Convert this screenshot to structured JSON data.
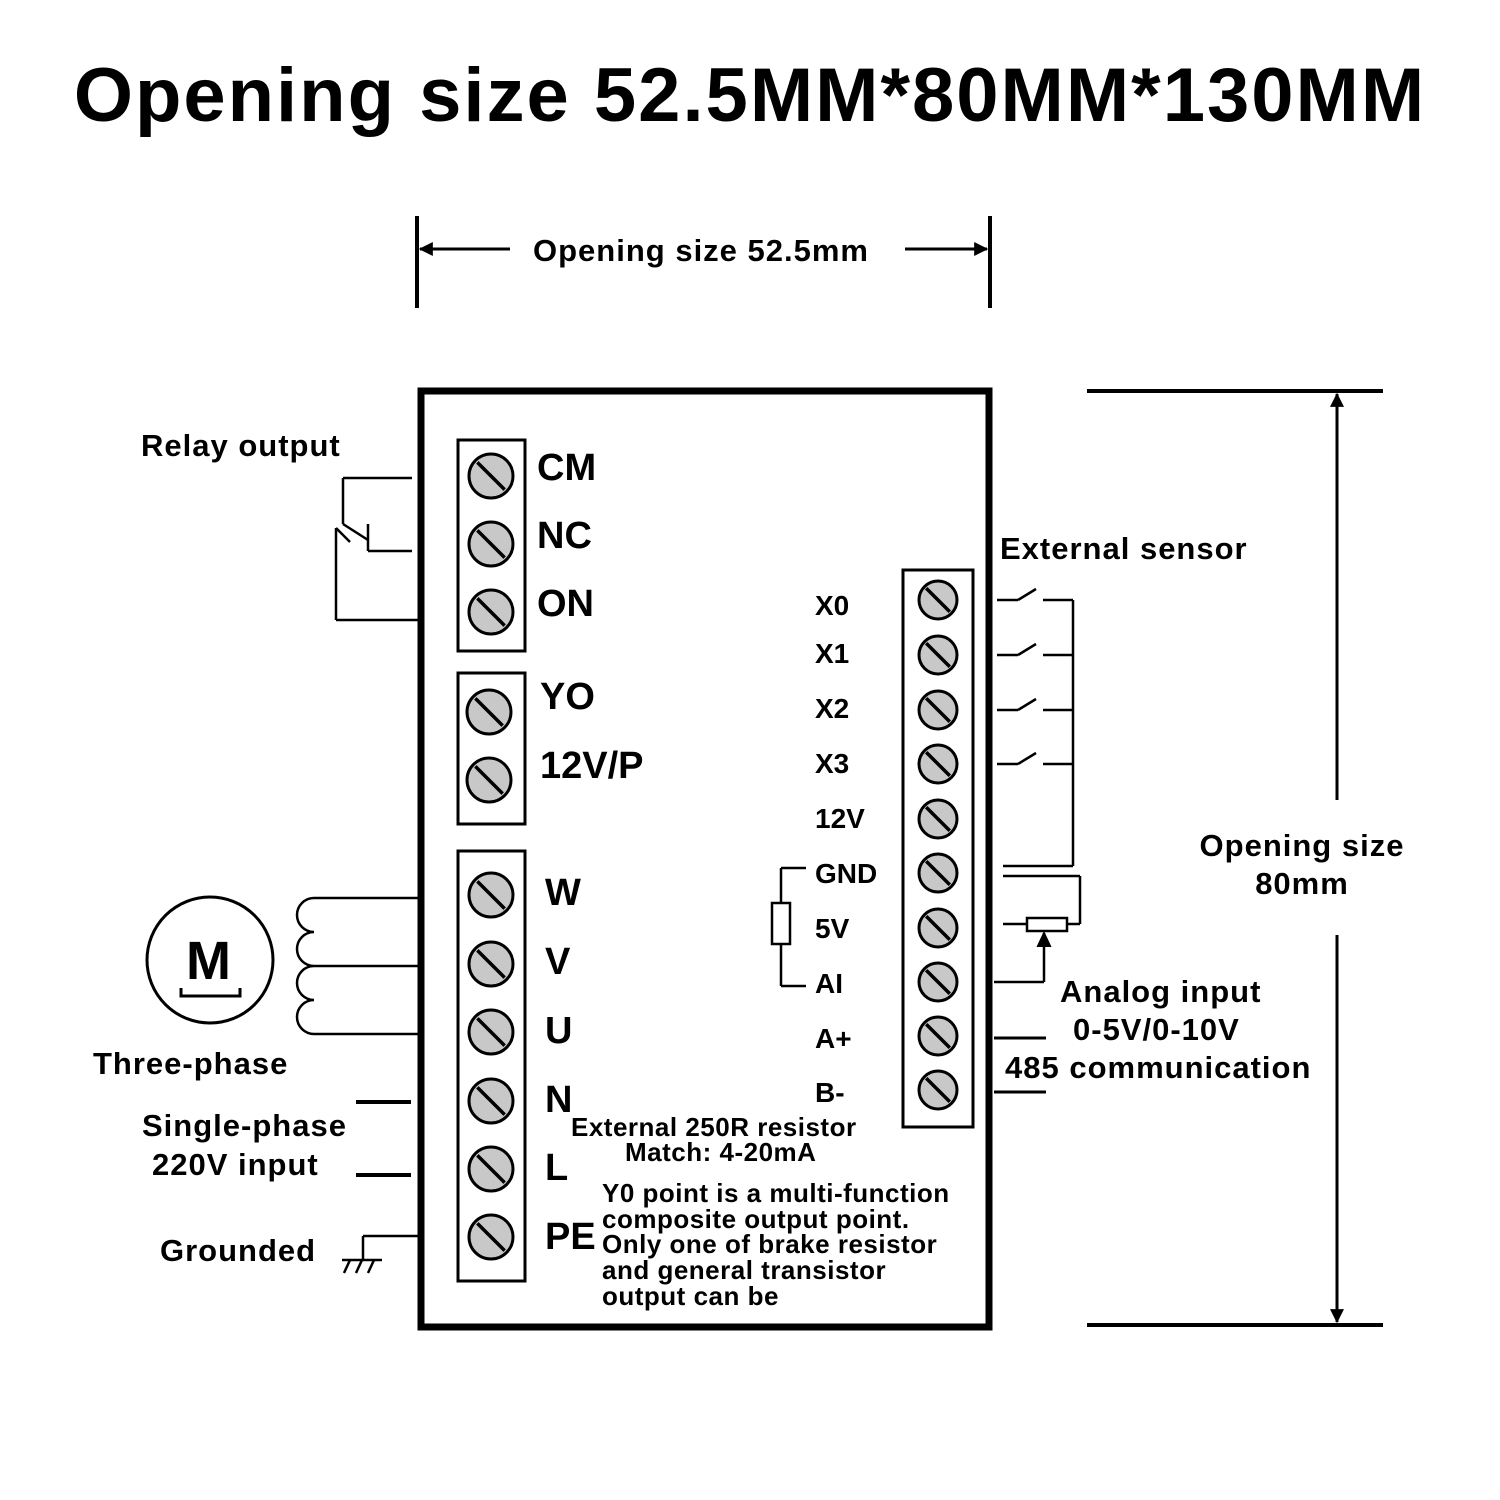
{
  "title": "Opening size 52.5MM*80MM*130MM",
  "dimensions": {
    "width_label": "Opening size 52.5mm",
    "height_label_line1": "Opening size",
    "height_label_line2": "80mm"
  },
  "left_labels": {
    "relay_output": "Relay output",
    "three_phase": "Three-phase",
    "single_phase_line1": "Single-phase",
    "single_phase_line2": "220V input",
    "grounded": "Grounded",
    "motor_symbol": "M"
  },
  "left_terminals": {
    "relay_block": [
      "CM",
      "NC",
      "ON"
    ],
    "output_block": [
      "YO",
      "12V/P"
    ],
    "power_block": [
      "W",
      "V",
      "U",
      "N",
      "L",
      "PE"
    ]
  },
  "right_terminals": [
    "X0",
    "X1",
    "X2",
    "X3",
    "12V",
    "GND",
    "5V",
    "AI",
    "A+",
    "B-"
  ],
  "right_labels": {
    "external_sensor": "External sensor",
    "analog_input_line1": "Analog input",
    "analog_input_line2": "0-5V/0-10V",
    "rs485": "485 communication"
  },
  "notes": {
    "resistor_line1": "External 250R resistor",
    "resistor_line2": "Match:  4-20mA",
    "y0_lines": [
      "Y0 point is a multi-function",
      "composite output point.",
      "Only one of brake resistor",
      "and general transistor",
      "output can be"
    ]
  },
  "colors": {
    "line": "#000000",
    "screw_fill": "#c8c8c8",
    "background": "#ffffff"
  }
}
